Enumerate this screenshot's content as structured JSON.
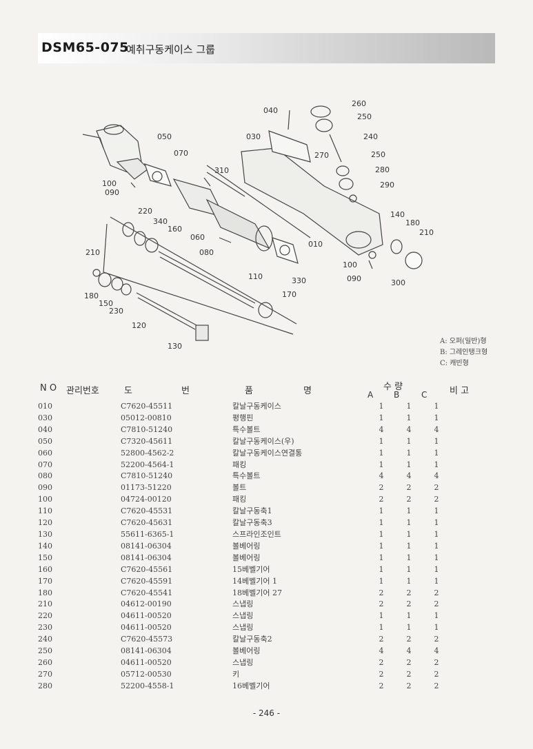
{
  "header": {
    "code": "DSM65-075",
    "name": "예취구동케이스 그룹"
  },
  "diagram": {
    "callouts": [
      "040",
      "260",
      "250",
      "030",
      "240",
      "270",
      "250",
      "280",
      "290",
      "050",
      "070",
      "310",
      "100",
      "090",
      "220",
      "340",
      "160",
      "060",
      "080",
      "010",
      "140",
      "180",
      "210",
      "210",
      "110",
      "100",
      "090",
      "300",
      "330",
      "180",
      "150",
      "230",
      "170",
      "120",
      "130"
    ]
  },
  "legend": [
    "A: 오퍼(일반)형",
    "B: 그레인탱크형",
    "C: 캐빈형"
  ],
  "table": {
    "headers": {
      "no": "N O",
      "mgmt": "관리번호",
      "drawing_a": "도",
      "drawing_b": "번",
      "name_a": "품",
      "name_b": "명",
      "qty": "수  량",
      "remark": "비  고"
    },
    "qty_cols": [
      "A",
      "B",
      "C"
    ],
    "rows": [
      {
        "no": "010",
        "drawing": "C7620-45511",
        "name": "칼날구동케이스",
        "a": "1",
        "b": "1",
        "c": "1"
      },
      {
        "no": "030",
        "drawing": "05012-00810",
        "name": "평행핀",
        "a": "1",
        "b": "1",
        "c": "1"
      },
      {
        "no": "040",
        "drawing": "C7810-51240",
        "name": "특수볼트",
        "a": "4",
        "b": "4",
        "c": "4"
      },
      {
        "no": "050",
        "drawing": "C7320-45611",
        "name": "칼날구동케이스(우)",
        "a": "1",
        "b": "1",
        "c": "1"
      },
      {
        "no": "060",
        "drawing": "52800-4562-2",
        "name": "칼날구동케이스연결통",
        "a": "1",
        "b": "1",
        "c": "1"
      },
      {
        "no": "070",
        "drawing": "52200-4564-1",
        "name": "패킹",
        "a": "1",
        "b": "1",
        "c": "1"
      },
      {
        "no": "080",
        "drawing": "C7810-51240",
        "name": "특수볼트",
        "a": "4",
        "b": "4",
        "c": "4"
      },
      {
        "no": "090",
        "drawing": "01173-51220",
        "name": "볼트",
        "a": "2",
        "b": "2",
        "c": "2"
      },
      {
        "no": "100",
        "drawing": "04724-00120",
        "name": "패킹",
        "a": "2",
        "b": "2",
        "c": "2"
      },
      {
        "no": "110",
        "drawing": "C7620-45531",
        "name": "칼날구동축1",
        "a": "1",
        "b": "1",
        "c": "1"
      },
      {
        "no": "120",
        "drawing": "C7620-45631",
        "name": "칼날구동축3",
        "a": "1",
        "b": "1",
        "c": "1"
      },
      {
        "no": "130",
        "drawing": "55611-6365-1",
        "name": "스프라인조인트",
        "a": "1",
        "b": "1",
        "c": "1"
      },
      {
        "no": "140",
        "drawing": "08141-06304",
        "name": "볼베어링",
        "a": "1",
        "b": "1",
        "c": "1"
      },
      {
        "no": "150",
        "drawing": "08141-06304",
        "name": "볼베어링",
        "a": "1",
        "b": "1",
        "c": "1"
      },
      {
        "no": "160",
        "drawing": "C7620-45561",
        "name": "15베벨기어",
        "a": "1",
        "b": "1",
        "c": "1"
      },
      {
        "no": "170",
        "drawing": "C7620-45591",
        "name": "14베벨기어 1",
        "a": "1",
        "b": "1",
        "c": "1"
      },
      {
        "no": "180",
        "drawing": "C7620-45541",
        "name": "18베벨기어 27",
        "a": "2",
        "b": "2",
        "c": "2"
      },
      {
        "no": "210",
        "drawing": "04612-00190",
        "name": "스냅링",
        "a": "2",
        "b": "2",
        "c": "2"
      },
      {
        "no": "220",
        "drawing": "04611-00520",
        "name": "스냅링",
        "a": "1",
        "b": "1",
        "c": "1"
      },
      {
        "no": "230",
        "drawing": "04611-00520",
        "name": "스냅링",
        "a": "1",
        "b": "1",
        "c": "1"
      },
      {
        "no": "240",
        "drawing": "C7620-45573",
        "name": "칼날구동축2",
        "a": "2",
        "b": "2",
        "c": "2"
      },
      {
        "no": "250",
        "drawing": "08141-06304",
        "name": "볼베어링",
        "a": "4",
        "b": "4",
        "c": "4"
      },
      {
        "no": "260",
        "drawing": "04611-00520",
        "name": "스냅링",
        "a": "2",
        "b": "2",
        "c": "2"
      },
      {
        "no": "270",
        "drawing": "05712-00530",
        "name": "키",
        "a": "2",
        "b": "2",
        "c": "2"
      },
      {
        "no": "280",
        "drawing": "52200-4558-1",
        "name": "16베벨기어",
        "a": "2",
        "b": "2",
        "c": "2"
      }
    ]
  },
  "page_number": "- 246 -"
}
